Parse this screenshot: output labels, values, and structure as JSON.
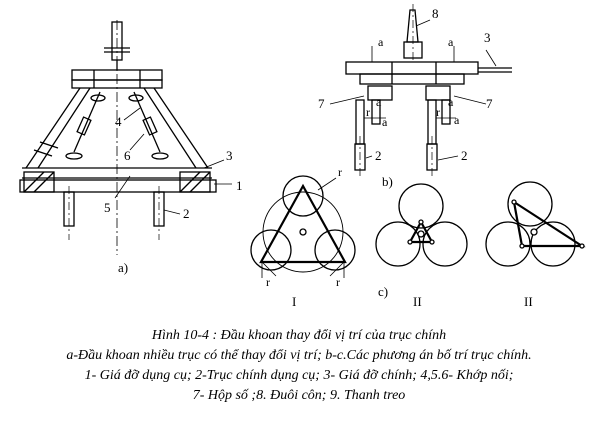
{
  "labels": {
    "fig_a": "a)",
    "fig_b": "b)",
    "fig_c": "c)",
    "n1": "1",
    "n2": "2",
    "n3": "3",
    "n4": "4",
    "n5": "5",
    "n6": "6",
    "n7": "7",
    "n8": "8",
    "a": "a",
    "r": "r",
    "roman_I": "I",
    "roman_II": "II"
  },
  "caption": {
    "title": "Hình 10-4 : Đầu khoan thay đổi vị trí của trục chính",
    "line2": "a-Đầu khoan  nhiều trục có thể thay đổi vị trí; b-c.Các phương án bố trí trục chính.",
    "line3": "1-  Giá đỡ dụng cụ; 2-Trục chính dụng cụ; 3- Giá đỡ chính; 4,5.6- Khớp nối;",
    "line4": "7- Hộp số ;8. Đuôi côn; 9. Thanh treo"
  }
}
